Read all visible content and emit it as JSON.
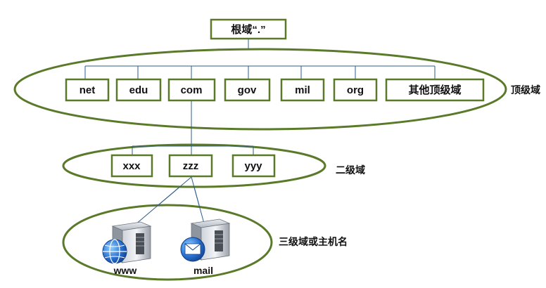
{
  "root": {
    "label": "根域“.”"
  },
  "top_level": {
    "tier_label": "顶级域",
    "nodes": [
      {
        "label": "net"
      },
      {
        "label": "edu"
      },
      {
        "label": "com"
      },
      {
        "label": "gov"
      },
      {
        "label": "mil"
      },
      {
        "label": "org"
      },
      {
        "label": "其他顶级域"
      }
    ]
  },
  "second_level": {
    "tier_label": "二级域",
    "nodes": [
      {
        "label": "xxx"
      },
      {
        "label": "zzz"
      },
      {
        "label": "yyy"
      }
    ]
  },
  "third_level": {
    "tier_label": "三级域或主机名",
    "hosts": [
      {
        "label": "www",
        "icon": "globe-server-icon"
      },
      {
        "label": "mail",
        "icon": "mail-server-icon"
      }
    ]
  },
  "colors": {
    "outline": "#5a7a2a",
    "connector": "#2e5c8a",
    "globe": "#2a6fd0",
    "server": "#8a8f99"
  }
}
